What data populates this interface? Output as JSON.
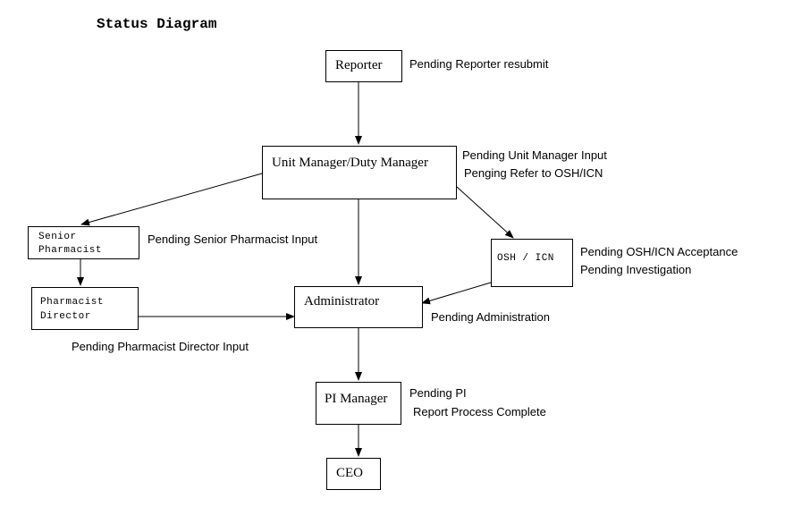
{
  "title": "Status Diagram",
  "nodes": {
    "reporter": "Reporter",
    "unit_manager": "Unit Manager/Duty Manager",
    "senior_pharmacist": [
      "Senior",
      "Pharmacist"
    ],
    "pharmacist_director": [
      "Pharmacist",
      "Director"
    ],
    "osh_icn": "OSH / ICN",
    "administrator": "Administrator",
    "pi_manager": "PI Manager",
    "ceo": "CEO"
  },
  "statuses": {
    "reporter": "Pending Reporter resubmit",
    "unit_manager_1": "Pending Unit Manager Input",
    "unit_manager_2": "Penging Refer to  OSH/ICN",
    "senior_pharmacist": "Pending Senior Pharmacist Input",
    "osh_icn_1": "Pending OSH/ICN Acceptance",
    "osh_icn_2": "Pending Investigation",
    "administrator": "Pending Administration",
    "pharmacist_director": "Pending Pharmacist Director Input",
    "pi_manager_1": "Pending PI",
    "pi_manager_2": "Report Process Complete"
  }
}
